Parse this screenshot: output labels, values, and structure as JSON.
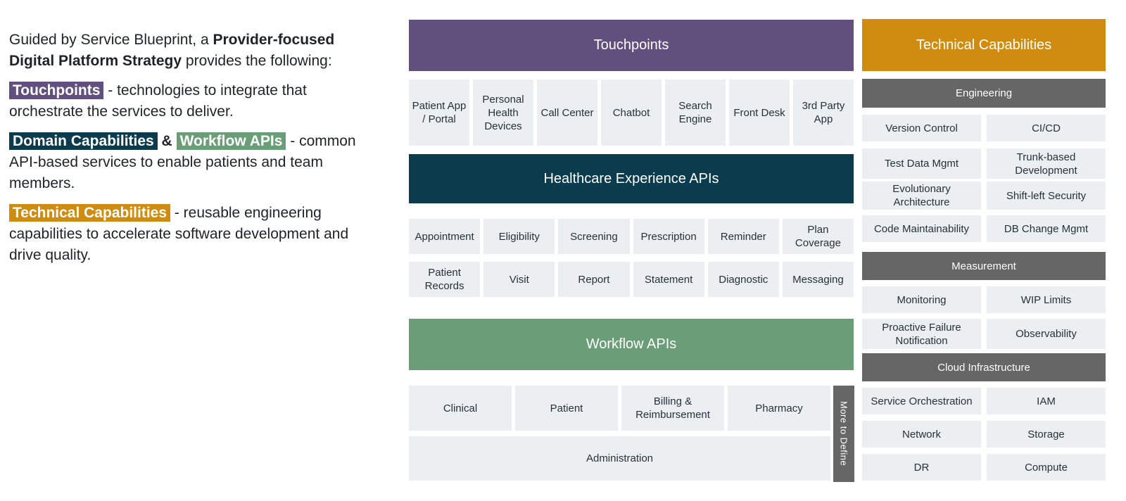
{
  "intro": {
    "p1": {
      "pre": "Guided by Service Blueprint, a ",
      "bold": "Provider-focused Digital Platform Strategy",
      "post": " provides the following:"
    },
    "p2": {
      "tag": "Touchpoints",
      "rest": " - technologies to integrate that orchestrate the services to deliver."
    },
    "p3": {
      "tag1": "Domain Capabilities",
      "joiner": " & ",
      "tag2": "Workflow APIs",
      "rest": " - common API-based services to enable patients and team members."
    },
    "p4": {
      "tag": "Technical Capabilities",
      "rest": " - reusable engineering capabilities to accelerate software development and drive quality."
    }
  },
  "touchpoints": {
    "title": "Touchpoints",
    "items": [
      "Patient App / Portal",
      "Personal Health Devices",
      "Call Center",
      "Chatbot",
      "Search Engine",
      "Front Desk",
      "3rd Party App"
    ]
  },
  "healthcare_apis": {
    "title": "Healthcare Experience APIs",
    "row1": [
      "Appointment",
      "Eligibility",
      "Screening",
      "Prescription",
      "Reminder",
      "Plan Coverage"
    ],
    "row2": [
      "Patient Records",
      "Visit",
      "Report",
      "Statement",
      "Diagnostic",
      "Messaging"
    ]
  },
  "workflow_apis": {
    "title": "Workflow APIs",
    "row1": [
      "Clinical",
      "Patient",
      "Billing & Reimbursement",
      "Pharmacy"
    ],
    "row2": [
      "Administration"
    ],
    "more_label": "More to Define"
  },
  "technical": {
    "title": "Technical Capabilities",
    "sections": [
      {
        "name": "Engineering",
        "items": [
          "Version Control",
          "CI/CD",
          "Test Data Mgmt",
          "Trunk-based Development",
          "Evolutionary Architecture",
          "Shift-left Security",
          "Code Maintainability",
          "DB Change Mgmt"
        ]
      },
      {
        "name": "Measurement",
        "items": [
          "Monitoring",
          "WIP Limits",
          "Proactive Failure Notification",
          "Observability"
        ]
      },
      {
        "name": "Cloud Infrastructure",
        "items": [
          "Service Orchestration",
          "IAM",
          "Network",
          "Storage",
          "DR",
          "Compute"
        ]
      }
    ]
  },
  "colors": {
    "touchpoints_purple": "#61507E",
    "domain_teal": "#0B3C4E",
    "workflow_green": "#6A9E76",
    "technical_orange": "#CF8C10",
    "subheader_gray": "#666666",
    "cell_bg": "#ECEFF1"
  }
}
